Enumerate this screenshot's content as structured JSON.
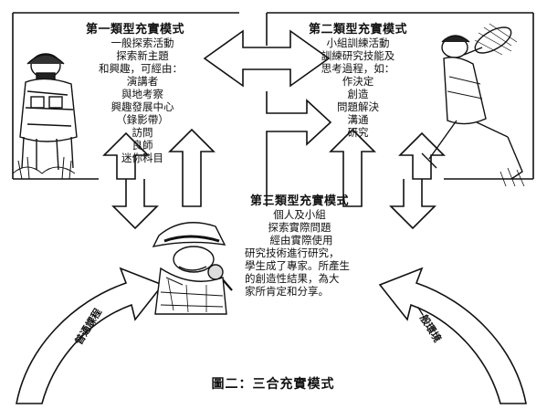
{
  "type1": {
    "title": "第一類型充實模式",
    "lines": [
      "一般探索活動",
      "探索新主題",
      "和興趣，可經由：",
      "演講者",
      "與地考察",
      "興趣發展中心",
      "（錄影帶）",
      "訪問",
      "良師",
      "迷你科目"
    ]
  },
  "type2": {
    "title": "第二類型充實模式",
    "lines": [
      "小組訓練活動",
      "訓練研究技能及",
      "思考過程，如：",
      "作決定",
      "創造",
      "問題解決",
      "溝通",
      "研究"
    ]
  },
  "type3": {
    "title": "第三類型充實模式",
    "lines": [
      "個人及小組",
      "探索實際問題",
      "經由實際使用",
      "研究技術進行研究，",
      "學生成了專家。所產生",
      "的創造性結果，為大",
      "家所肯定和分享。"
    ]
  },
  "arrows": {
    "left_label": "普通課程",
    "right_label": "一般環境"
  },
  "caption": "圖二：三合充實模式",
  "colors": {
    "ink": "#111111",
    "paper": "#ffffff"
  },
  "icons": [
    "explorer-figure",
    "tennis-player-figure",
    "detective-figure"
  ]
}
